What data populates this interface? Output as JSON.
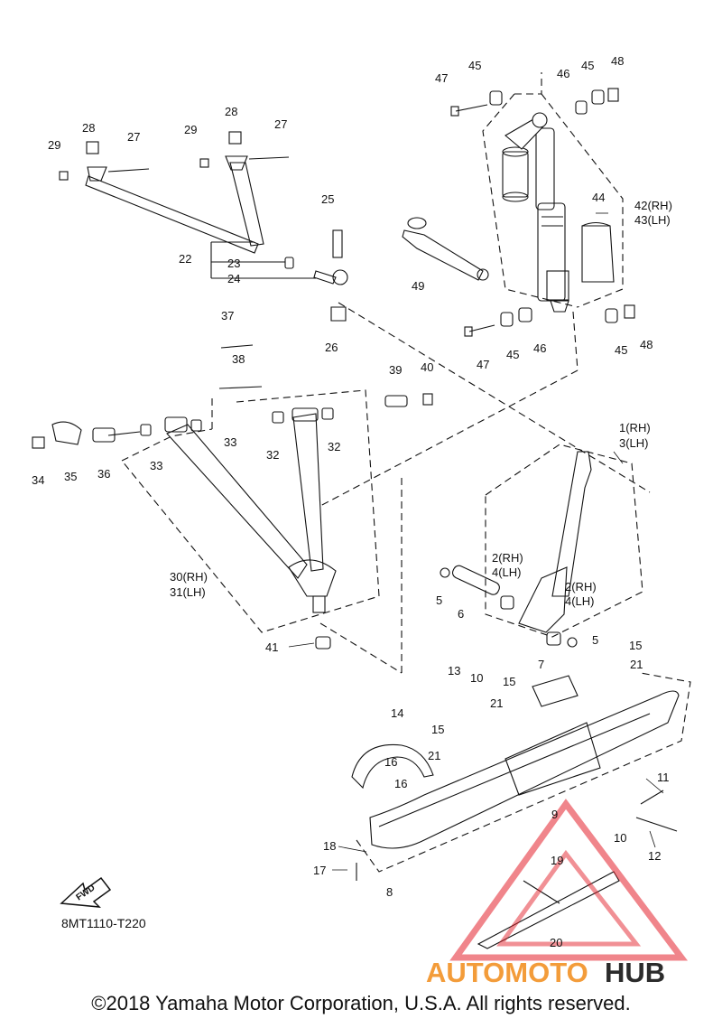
{
  "diagram": {
    "drawing_code": "8MT1110-T220",
    "copyright": "©2018 Yamaha Motor Corporation, U.S.A. All rights reserved.",
    "fwd_label": "FWD",
    "watermark": {
      "text_auto": "AUTOMOTO",
      "text_hub": "HUB",
      "colors": {
        "auto": "#f39c3a",
        "hub": "#2b2b2b",
        "triangle": "#e3212b"
      }
    },
    "callouts": {
      "c1": "1(RH)",
      "c3": "3(LH)",
      "c2a": "2(RH)",
      "c4a": "4(LH)",
      "c2b": "2(RH)",
      "c4b": "4(LH)",
      "c5a": "5",
      "c5b": "5",
      "c6": "6",
      "c7": "7",
      "c8": "8",
      "c9": "9",
      "c10a": "10",
      "c10b": "10",
      "c11": "11",
      "c12": "12",
      "c13": "13",
      "c14": "14",
      "c15a": "15",
      "c15b": "15",
      "c15c": "15",
      "c16a": "16",
      "c16b": "16",
      "c17": "17",
      "c18": "18",
      "c19": "19",
      "c20": "20",
      "c21a": "21",
      "c21b": "21",
      "c21c": "21",
      "c22": "22",
      "c23": "23",
      "c24": "24",
      "c25": "25",
      "c26": "26",
      "c27a": "27",
      "c27b": "27",
      "c28a": "28",
      "c28b": "28",
      "c29a": "29",
      "c29b": "29",
      "c30": "30(RH)",
      "c31": "31(LH)",
      "c32a": "32",
      "c32b": "32",
      "c33a": "33",
      "c33b": "33",
      "c34": "34",
      "c35": "35",
      "c36": "36",
      "c37": "37",
      "c38": "38",
      "c39": "39",
      "c40": "40",
      "c41": "41",
      "c42": "42(RH)",
      "c43": "43(LH)",
      "c44": "44",
      "c45a": "45",
      "c45b": "45",
      "c45c": "45",
      "c45d": "45",
      "c46a": "46",
      "c46b": "46",
      "c47a": "47",
      "c47b": "47",
      "c48a": "48",
      "c48b": "48",
      "c49": "49"
    }
  }
}
